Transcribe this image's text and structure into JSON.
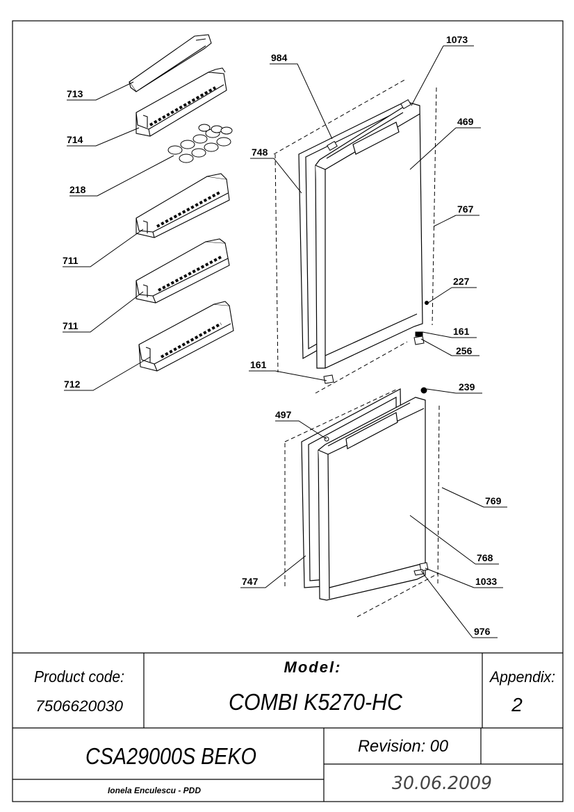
{
  "callouts": [
    {
      "id": "c713",
      "label": "713"
    },
    {
      "id": "c714",
      "label": "714"
    },
    {
      "id": "c218",
      "label": "218"
    },
    {
      "id": "c711a",
      "label": "711"
    },
    {
      "id": "c711b",
      "label": "711"
    },
    {
      "id": "c712",
      "label": "712"
    },
    {
      "id": "c984",
      "label": "984"
    },
    {
      "id": "c1073",
      "label": "1073"
    },
    {
      "id": "c469",
      "label": "469"
    },
    {
      "id": "c748",
      "label": "748"
    },
    {
      "id": "c767",
      "label": "767"
    },
    {
      "id": "c227",
      "label": "227"
    },
    {
      "id": "c161a",
      "label": "161"
    },
    {
      "id": "c256",
      "label": "256"
    },
    {
      "id": "c161b",
      "label": "161"
    },
    {
      "id": "c239",
      "label": "239"
    },
    {
      "id": "c497",
      "label": "497"
    },
    {
      "id": "c769",
      "label": "769"
    },
    {
      "id": "c768",
      "label": "768"
    },
    {
      "id": "c747",
      "label": "747"
    },
    {
      "id": "c1033",
      "label": "1033"
    },
    {
      "id": "c976",
      "label": "976"
    }
  ],
  "title_block": {
    "product_code_label": "Product code:",
    "product_code": "7506620030",
    "model_label": "Model:",
    "model": "COMBI K5270-HC",
    "appendix_label": "Appendix:",
    "appendix": "2",
    "product_name": "CSA29000S BEKO",
    "revision": "Revision: 00",
    "author": "Ionela Enculescu - PDD",
    "date": "30.06.2009"
  }
}
